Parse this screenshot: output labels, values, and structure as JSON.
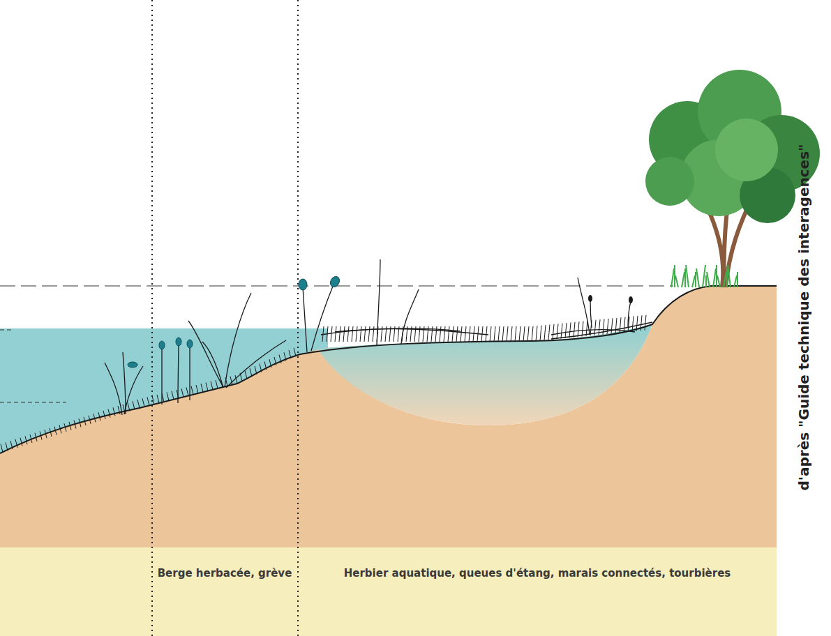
{
  "diagram": {
    "labels": [
      "Berge herbacée, grève",
      "Herbier aquatique, queues d'étang, marais connectés, tourbières",
      "d'après \"Guide technique des interagences\""
    ]
  }
}
